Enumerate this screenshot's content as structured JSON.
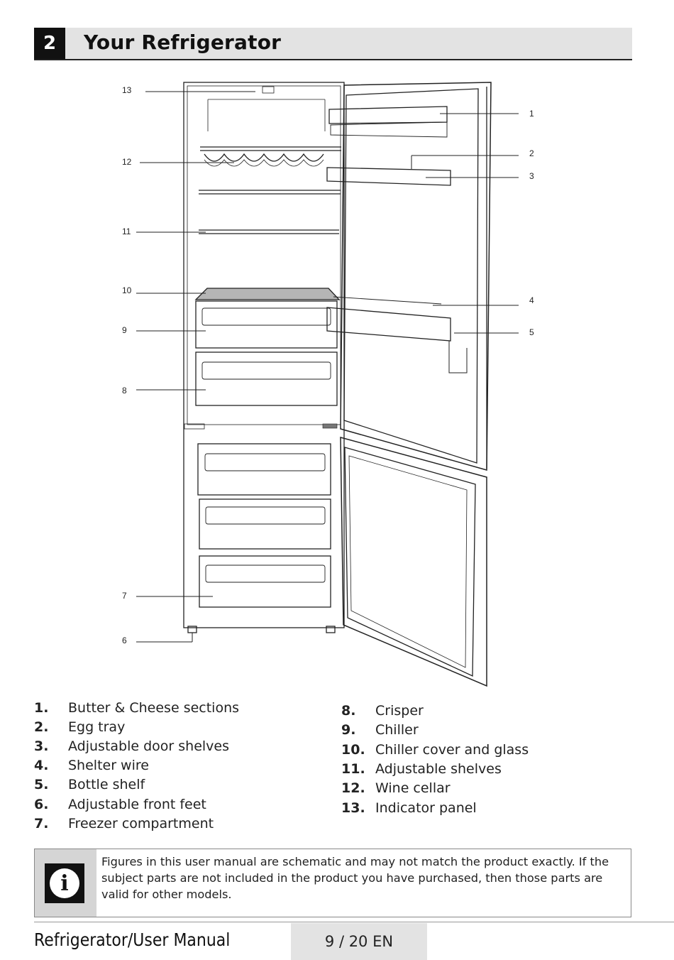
{
  "section": {
    "number": "2",
    "title": "Your Refrigerator"
  },
  "callouts": [
    "13",
    "12",
    "11",
    "10",
    "9",
    "8",
    "7",
    "6",
    "1",
    "2",
    "3",
    "4",
    "5"
  ],
  "parts_left": [
    {
      "num": "1.",
      "name": "Butter & Cheese sections"
    },
    {
      "num": "2.",
      "name": "Egg tray"
    },
    {
      "num": "3.",
      "name": "Adjustable door shelves"
    },
    {
      "num": "4.",
      "name": "Shelter wire"
    },
    {
      "num": "5.",
      "name": "Bottle shelf"
    },
    {
      "num": "6.",
      "name": "Adjustable front feet"
    },
    {
      "num": "7.",
      "name": "Freezer compartment"
    }
  ],
  "parts_right": [
    {
      "num": "8.",
      "name": "Crisper"
    },
    {
      "num": "9.",
      "name": "Chiller"
    },
    {
      "num": "10.",
      "name": "Chiller cover and glass"
    },
    {
      "num": "11.",
      "name": "Adjustable shelves"
    },
    {
      "num": "12.",
      "name": "Wine cellar"
    },
    {
      "num": "13.",
      "name": "Indicator panel"
    }
  ],
  "note": {
    "icon": "info-icon",
    "text": "Figures in this user manual are schematic and may not match the product exactly. If the subject parts are not included in the product you have purchased, then those parts are valid for other models."
  },
  "footer": {
    "left": "Refrigerator/User Manual",
    "page": "9 / 20 EN"
  }
}
